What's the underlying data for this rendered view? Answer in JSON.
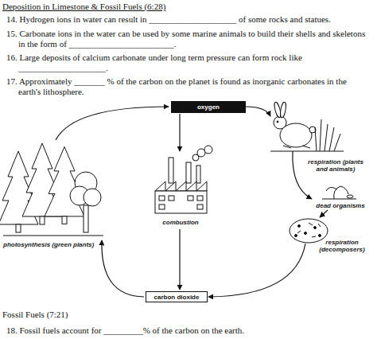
{
  "diagram": {
    "title": "Deposition in Limestone & Fossil Fuels (6:28)",
    "nodes": [
      {
        "text": [
          "oxygen"
        ]
      },
      {
        "text": [
          "carbon dioxide"
        ]
      }
    ],
    "labels": [
      "14. Hydrogen ions in water can result in ____________________ of some rocks and statues.",
      "15. Carbonate ions in the water can be used by some marine animals to build their shells and skeletons in the form of ________________________.",
      "16. Large deposits of calcium carbonate under long term pressure can form rock like ____________________.",
      "17. Approximately _______ % of the carbon on the planet is found as inorganic carbonates in the earth's lithosphere.",
      "respiration (plants and animals)",
      "combustion",
      "dead organisms",
      "respiration (decomposers)",
      "photosynthesis (green plants)",
      "Fossil Fuels (7:21)",
      "18. Fossil fuels account for _________% of the carbon on the earth."
    ]
  }
}
